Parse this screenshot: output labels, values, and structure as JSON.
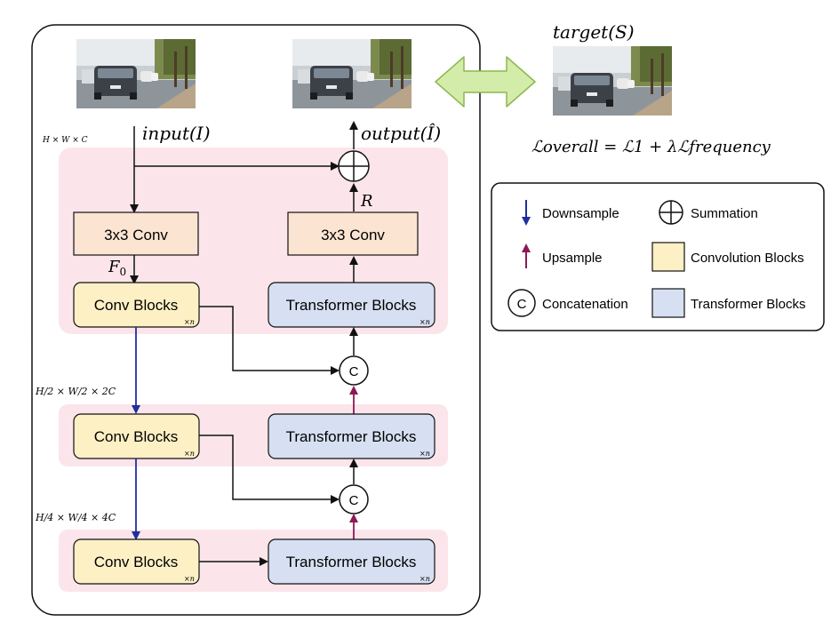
{
  "labels": {
    "input": "input(I)",
    "output": "output(Î)",
    "target": "target(S)",
    "f0": "F",
    "f0_sub": "0",
    "r": "R",
    "dim1": "H × W × C",
    "dim2": "H/2 × W/2 × 2C",
    "dim3": "H/4 × W/4 × 4C",
    "loss": "ℒoverall = ℒ1 + λℒfrequency",
    "xn": "×n",
    "concat_symbol": "C"
  },
  "blocks": {
    "conv_top": "3x3 Conv",
    "conv_out": "3x3 Conv",
    "conv_blocks": "Conv Blocks",
    "transformer_blocks": "Transformer Blocks"
  },
  "legend": {
    "downsample": "Downsample",
    "upsample": "Upsample",
    "concatenation": "Concatenation",
    "summation": "Summation",
    "convolution_blocks": "Convolution Blocks",
    "transformer_blocks": "Transformer Blocks"
  },
  "colors": {
    "pink_band": "#fbe5ea",
    "conv_fill": "#fdf0c4",
    "conv_stroke": "#c9a23b",
    "transformer_fill": "#d6e0f2",
    "transformer_stroke": "#6d87b5",
    "conv3_fill": "#fbe4d2",
    "downsample": "#1f2fa0",
    "upsample": "#8b1a55",
    "double_arrow_fill": "#d3ecaa",
    "double_arrow_stroke": "#8cb84e"
  },
  "icons": [
    "car-photo",
    "summation-icon",
    "concat-icon",
    "double-arrow-icon",
    "downsample-arrow-icon",
    "upsample-arrow-icon"
  ]
}
